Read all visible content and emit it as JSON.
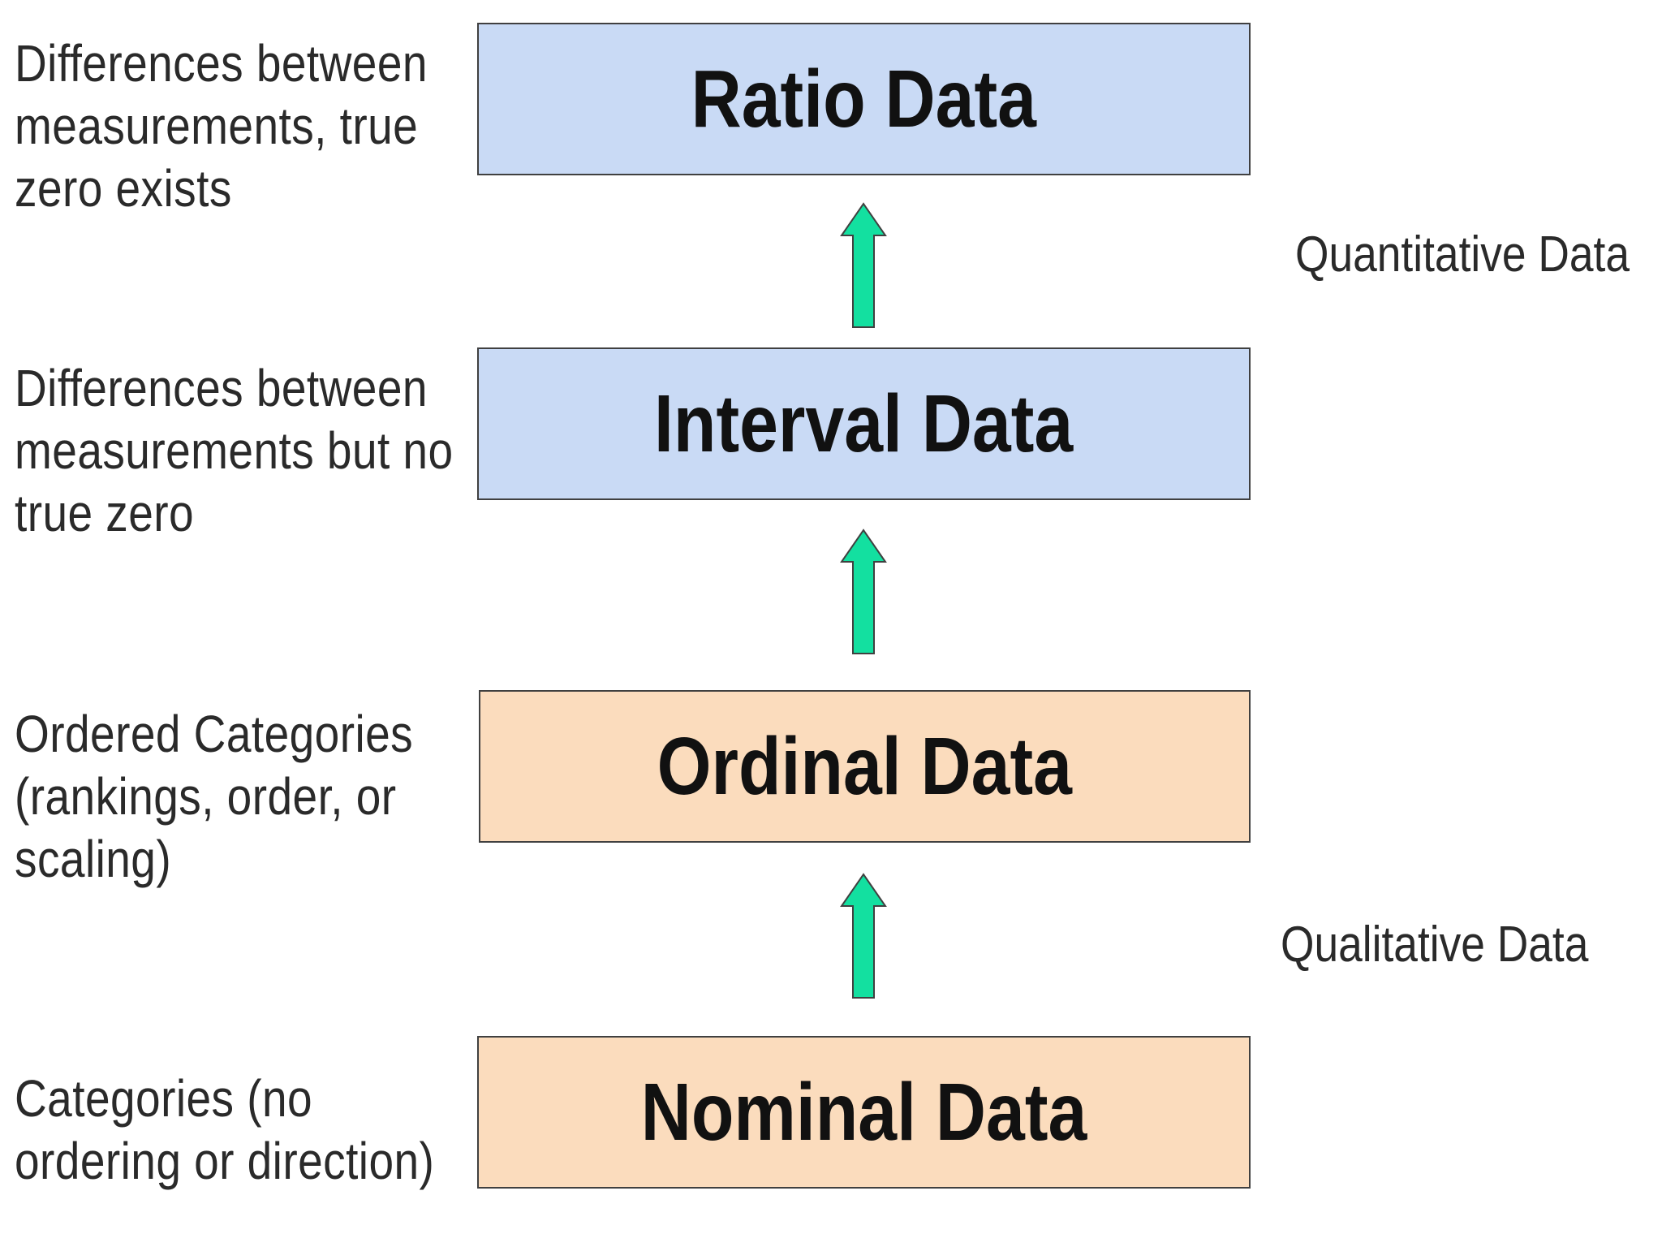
{
  "levels": [
    {
      "title": "Ratio Data",
      "description": "Differences between\nmeasurements, true\nzero exists",
      "fill": "#c9daf5"
    },
    {
      "title": "Interval Data",
      "description": "Differences between\nmeasurements but no\ntrue zero",
      "fill": "#c9daf5"
    },
    {
      "title": "Ordinal Data",
      "description": "Ordered Categories\n(rankings, order, or\nscaling)",
      "fill": "#fbdcbd"
    },
    {
      "title": "Nominal Data",
      "description": "Categories (no\nordering or direction)",
      "fill": "#fbdcbd"
    }
  ],
  "groups": {
    "quantitative": "Quantitative Data",
    "qualitative": "Qualitative Data"
  },
  "colors": {
    "quantitative_fill": "#c9daf5",
    "qualitative_fill": "#fbdcbd",
    "arrow_fill": "#13e0a0",
    "border": "#404040"
  }
}
